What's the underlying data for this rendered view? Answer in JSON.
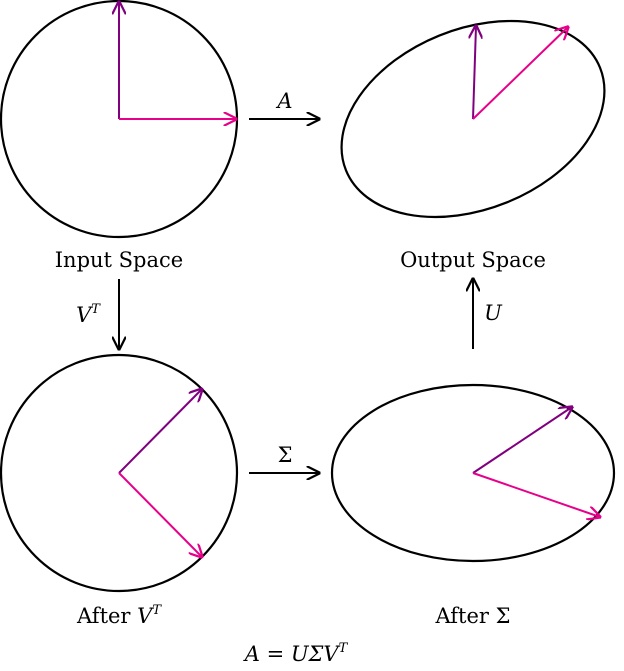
{
  "panels": {
    "input": {
      "label": "Input Space"
    },
    "output": {
      "label": "Output Space"
    },
    "after_vt": {
      "label_prefix": "After ",
      "label_math": "V",
      "label_sup": "T"
    },
    "after_sigma": {
      "label_prefix": "After ",
      "label_math": "Σ"
    }
  },
  "arrows": {
    "a": {
      "label": "A"
    },
    "vt": {
      "label_math": "V",
      "label_sup": "T"
    },
    "sigma": {
      "label": "Σ"
    },
    "u": {
      "label": "U"
    }
  },
  "equation": {
    "lhs": "A",
    "eq": " = ",
    "rhs": "UΣV",
    "sup": "T"
  },
  "colors": {
    "vec_purple": "#800080",
    "vec_magenta": "#e6008a",
    "outline": "#000000"
  }
}
